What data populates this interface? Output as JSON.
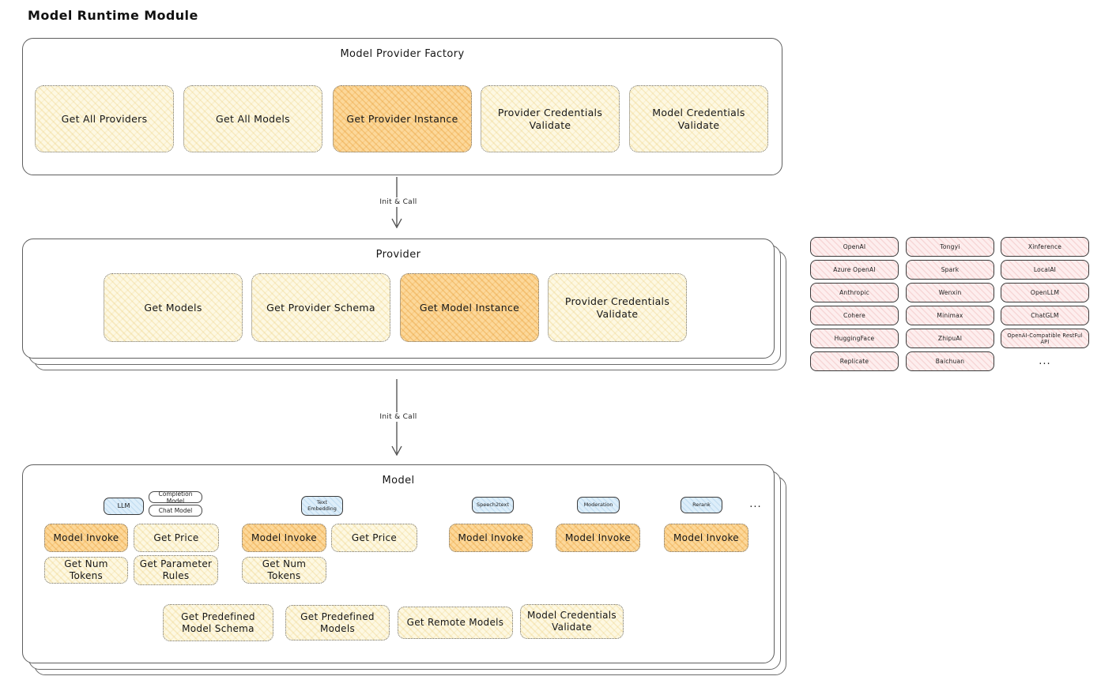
{
  "diagram_title": "Model Runtime Module",
  "colors": {
    "yellow_fill": "#fdf8e2",
    "orange_fill": "#fcd89a",
    "blue_fill": "#ddeefa",
    "pink_fill": "#fdeeee",
    "stroke": "#3a3a3a"
  },
  "arrows": [
    {
      "label": "Init & Call"
    },
    {
      "label": "Init & Call"
    }
  ],
  "factory": {
    "title": "Model Provider Factory",
    "buttons": [
      {
        "label": "Get All Providers"
      },
      {
        "label": "Get All Models"
      },
      {
        "label": "Get Provider Instance"
      },
      {
        "label": "Provider Credentials Validate"
      },
      {
        "label": "Model Credentials Validate"
      }
    ]
  },
  "provider": {
    "title": "Provider",
    "buttons": [
      {
        "label": "Get Models"
      },
      {
        "label": "Get Provider Schema"
      },
      {
        "label": "Get Model Instance"
      },
      {
        "label": "Provider Credentials Validate"
      }
    ]
  },
  "providers_grid": {
    "items": [
      "OpenAI",
      "Tongyi",
      "Xinference",
      "Azure OpenAI",
      "Spark",
      "LocalAI",
      "Anthropic",
      "Wenxin",
      "OpenLLM",
      "Cohere",
      "Minimax",
      "ChatGLM",
      "HuggingFace",
      "ZhipuAI",
      "OpenAI-Compatible RestFul API",
      "Replicate",
      "Baichuan"
    ],
    "more_label": "..."
  },
  "model": {
    "title": "Model",
    "groups": [
      {
        "tag": "LLM",
        "subtags": [
          "Completion Model",
          "Chat Model"
        ]
      },
      {
        "tag": "Text Embedding"
      },
      {
        "tag": "Speech2text"
      },
      {
        "tag": "Moderation"
      },
      {
        "tag": "Rerank"
      }
    ],
    "more_label": "...",
    "buttons": {
      "model_invoke": "Model Invoke",
      "get_price": "Get Price",
      "get_num_tokens": "Get Num Tokens",
      "get_parameter_rules": "Get Parameter Rules",
      "get_predefined_model_schema": "Get Predefined Model Schema",
      "get_predefined_models": "Get Predefined Models",
      "get_remote_models": "Get Remote Models",
      "model_credentials_validate": "Model Credentials Validate"
    }
  }
}
